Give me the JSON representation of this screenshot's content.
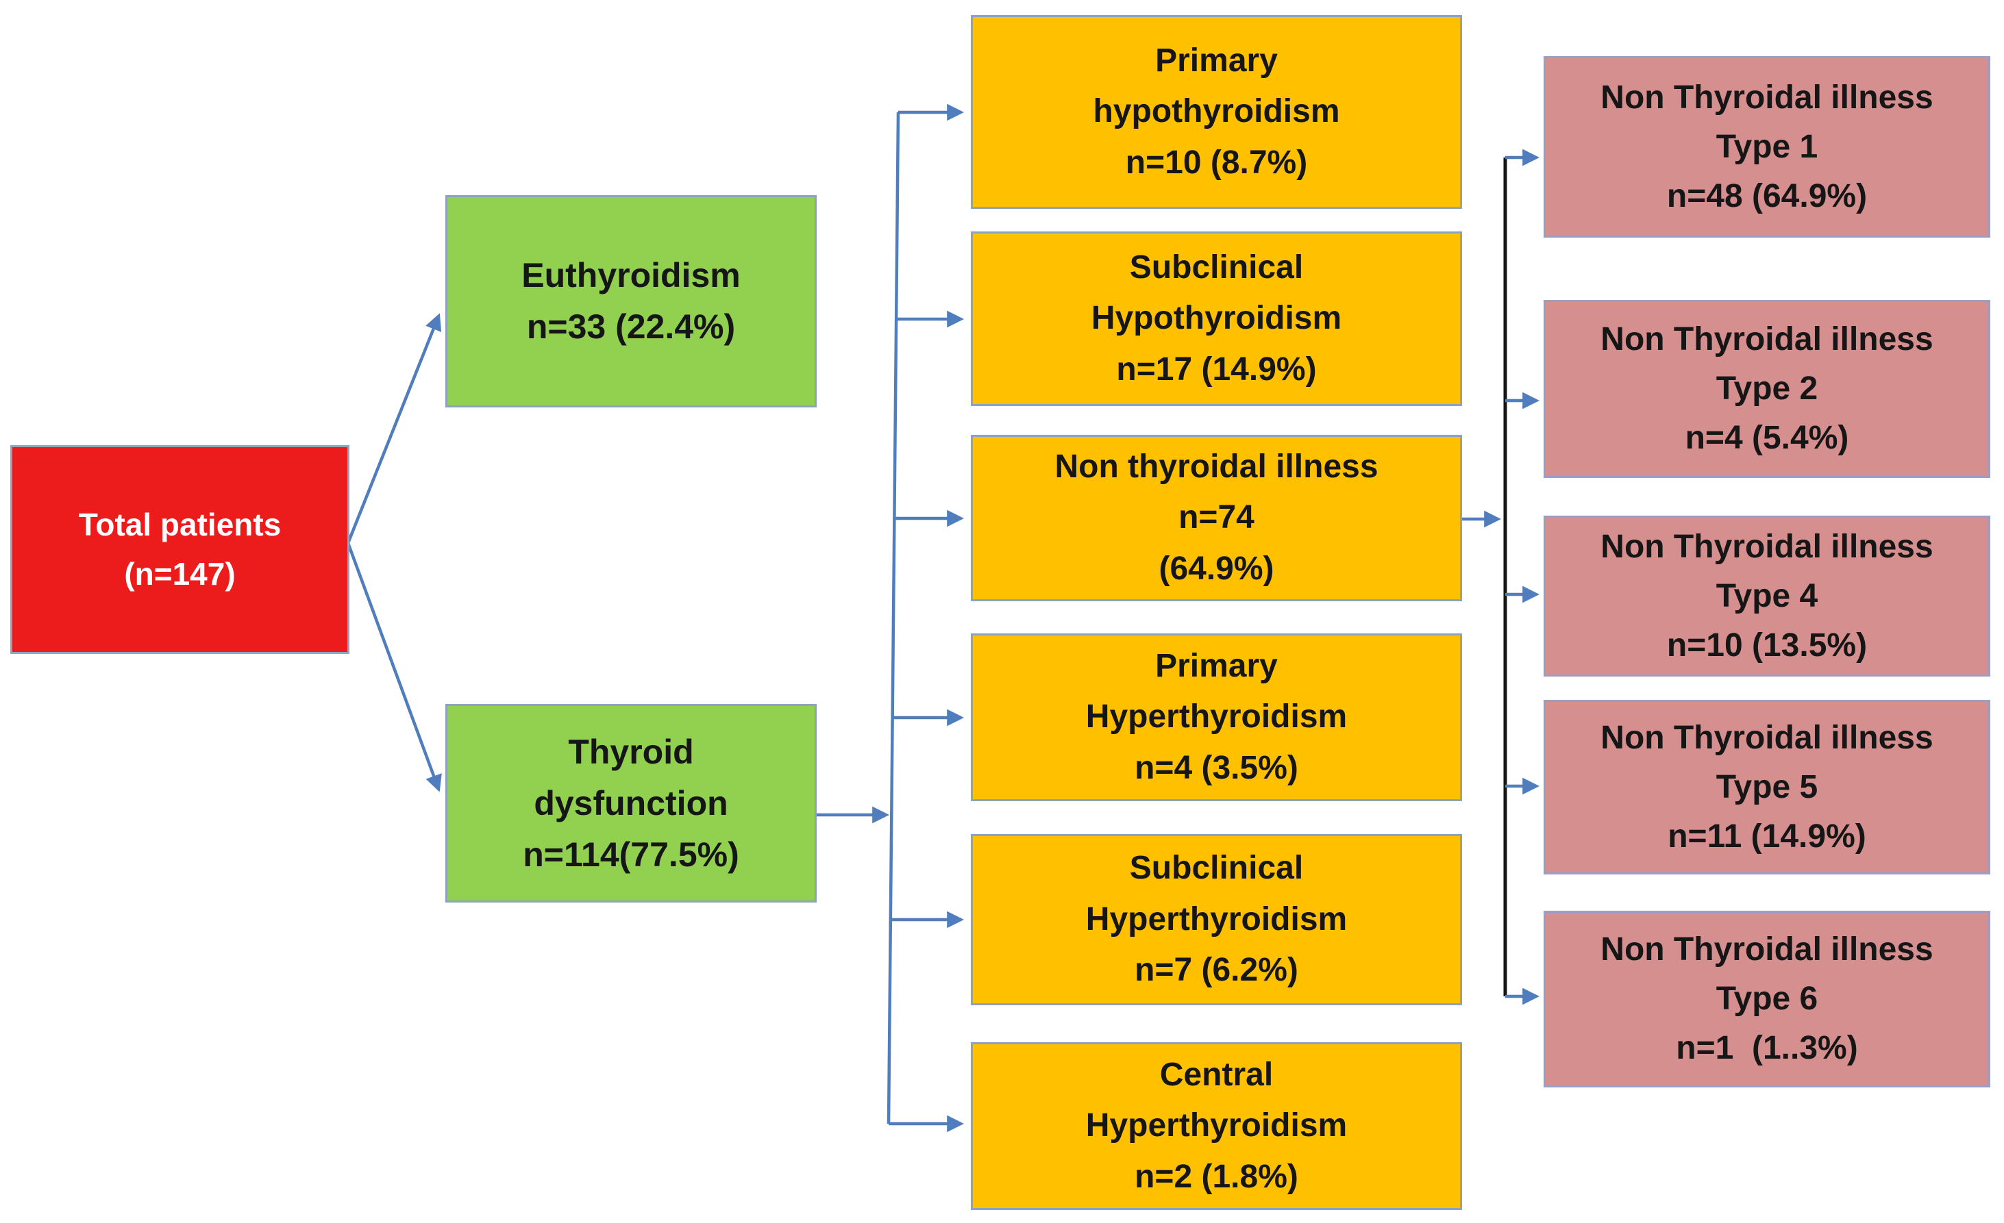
{
  "diagram": {
    "description": "Flow chart of patient thyroid status classification",
    "colors": {
      "root_fill": "#ed1c1c",
      "level1_fill": "#92d050",
      "level2_fill": "#ffc000",
      "level3_fill": "#d68f8f",
      "connector_blue": "#4f7dbd",
      "right_spine_black": "#141414",
      "root_text": "#ffffff",
      "node_text": "#161616"
    }
  },
  "nodes": {
    "root": {
      "text": "Total patients\n(n=147)"
    },
    "euthyroidism": {
      "text": "Euthyroidism\nn=33 (22.4%)"
    },
    "thyroid_dysfunction": {
      "text": "Thyroid\ndysfunction\nn=114(77.5%)"
    },
    "primary_hypothyroidism": {
      "text": "Primary\nhypothyroidism\nn=10 (8.7%)"
    },
    "subclinical_hypothyroidism": {
      "text": "Subclinical\nHypothyroidism\nn=17 (14.9%)"
    },
    "non_thyroidal_illness": {
      "text": "Non thyroidal illness\nn=74\n(64.9%)"
    },
    "primary_hyperthyroidism": {
      "text": "Primary\nHyperthyroidism\nn=4 (3.5%)"
    },
    "subclinical_hyperthyroidism": {
      "text": "Subclinical\nHyperthyroidism\nn=7 (6.2%)"
    },
    "central_hyperthyroidism": {
      "text": "Central\nHyperthyroidism\nn=2 (1.8%)"
    },
    "nti_type1": {
      "text": "Non Thyroidal illness\nType 1\nn=48 (64.9%)"
    },
    "nti_type2": {
      "text": "Non Thyroidal illness\nType 2\nn=4 (5.4%)"
    },
    "nti_type4": {
      "text": "Non Thyroidal illness\nType 4\nn=10 (13.5%)"
    },
    "nti_type5": {
      "text": "Non Thyroidal illness\nType 5\nn=11 (14.9%)"
    },
    "nti_type6": {
      "text": "Non Thyroidal illness\nType 6\nn=1  (1..3%)"
    }
  }
}
